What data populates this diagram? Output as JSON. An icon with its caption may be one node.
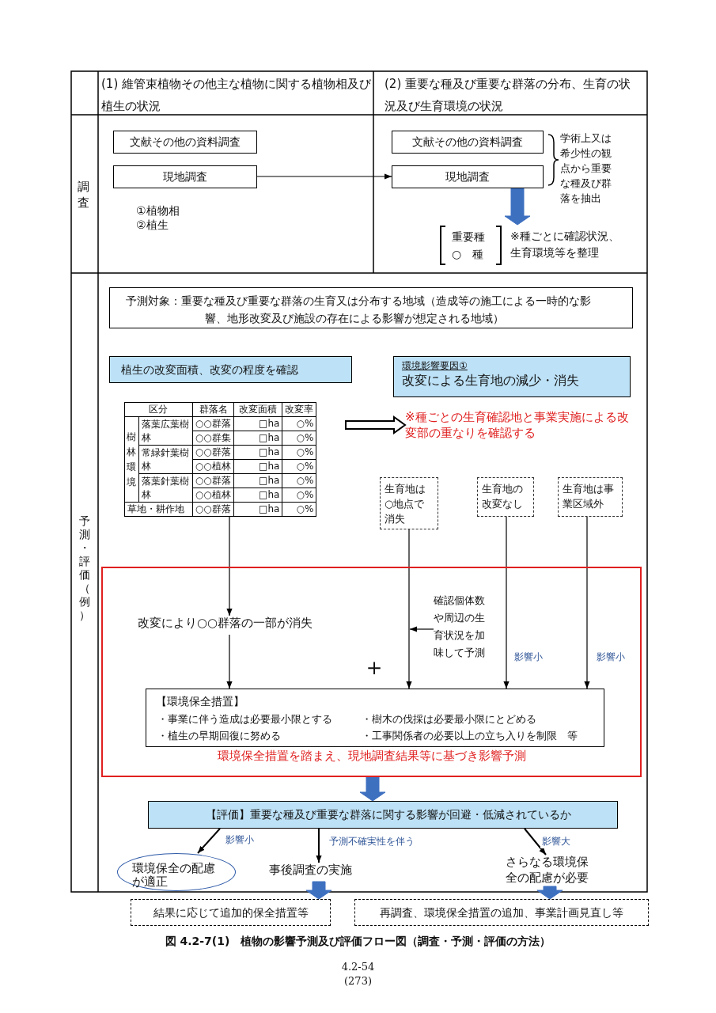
{
  "diagram": {
    "caption": "図 4.2-7(1)　植物の影響予測及び評価フロー図（調査・予測・評価の方法）",
    "nodes": [
      {
        "text": [
          "文献その他の資料調査"
        ]
      },
      {
        "text": [
          "現地調査"
        ]
      },
      {
        "text": [
          "文献その他の資料調査"
        ]
      },
      {
        "text": [
          "現地調査"
        ]
      },
      {
        "text": [
          "重要種 ○　種"
        ],
        "beside": [
          "※種ごとに確認状況、生育環境等を整理"
        ]
      },
      {
        "text": [
          "予測対象：重要な種及び重要な群落の生育又は分布する地域（造成等の施工による一時的な影響、地形改変及び施設の存在による影響が想定される地域）"
        ]
      },
      {
        "text": [
          "植生の改変面積、改変の程度を確認"
        ]
      },
      {
        "text": [
          "環境影響要因①",
          "改変による生育地の減少・消失"
        ]
      },
      {
        "text": [
          "区分",
          "群落名",
          "改変面積",
          "改変率",
          "樹林環境",
          "落葉広葉樹林",
          "○○群落",
          "□ha",
          "○%",
          "○○群集",
          "□ha",
          "○%",
          "常緑針葉樹林",
          "○○群落",
          "□ha",
          "○%",
          "○○植林",
          "□ha",
          "○%",
          "落葉針葉樹林",
          "○○群落",
          "□ha",
          "○%",
          "○○植林",
          "□ha",
          "○%",
          "草地・耕作地",
          "○○群落",
          "□ha",
          "○%"
        ]
      },
      {
        "text": [
          "※種ごとの生育確認地と事業実施による改変部の重なりを確認する"
        ]
      },
      {
        "text": [
          "生育地は○地点で消失"
        ]
      },
      {
        "text": [
          "生育地の改変なし"
        ]
      },
      {
        "text": [
          "生育地は事業区域外"
        ]
      },
      {
        "text": [
          "環境保全措置を踏まえ、現地調査結果等に基づき影響予測"
        ]
      },
      {
        "text": [
          "改変により○○群落の一部が消失"
        ],
        "in": 13
      },
      {
        "text": [
          "確認個体数や周辺の生育状況を加味して予測"
        ],
        "in": 13
      },
      {
        "text": [
          "【環境保全措置】",
          "・事業に伴う造成は必要最小限とする",
          "・樹木の伐採は必要最小限にとどめる",
          "・植生の早期回復に努める",
          "・工事関係者の必要以上の立ち入りを制限　等"
        ],
        "in": 13
      },
      {
        "text": [
          "【評価】重要な種及び重要な群落に関する影響が回避・低減されているか"
        ]
      },
      {
        "text": [
          "環境保全の配慮が適正"
        ]
      },
      {
        "text": [
          "事後調査の実施"
        ]
      },
      {
        "text": [
          "さらなる環境保全の配慮が必要"
        ]
      },
      {
        "text": [
          "結果に応じて追加的保全措置等"
        ]
      },
      {
        "text": [
          "再調査、環境保全措置の追加、事業計画見直し等"
        ]
      }
    ],
    "edges": [
      {
        "from": 1,
        "to": 3,
        "arrow": "to"
      },
      {
        "from": 3,
        "to": 4,
        "arrow": "to",
        "style": "thick",
        "color": "#3e70c0"
      },
      {
        "from": 8,
        "to": 9,
        "arrow": "to",
        "style": "thick"
      },
      {
        "from": 8,
        "to": 14,
        "arrow": "to"
      },
      {
        "from": 14,
        "to": 16,
        "arrow": "to"
      },
      {
        "from": 10,
        "to": 16,
        "arrow": "to"
      },
      {
        "from": 11,
        "to": 16,
        "arrow": "to",
        "label": "影響小"
      },
      {
        "from": 12,
        "to": 16,
        "arrow": "to",
        "label": "影響小"
      },
      {
        "from": 15,
        "to": null,
        "arrow": "to"
      },
      {
        "from": 13,
        "to": 17,
        "arrow": "to",
        "style": "thick",
        "color": "#3e70c0"
      },
      {
        "from": 17,
        "to": 18,
        "arrow": "to",
        "label": "影響小"
      },
      {
        "from": 17,
        "to": 19,
        "arrow": "to",
        "label": "予測不確実性を伴う"
      },
      {
        "from": 17,
        "to": 20,
        "arrow": "to",
        "label": "影響大"
      },
      {
        "from": 19,
        "to": 21,
        "arrow": "to",
        "style": "thick",
        "color": "#3e70c0"
      },
      {
        "from": 20,
        "to": 22,
        "arrow": "to",
        "style": "thick",
        "color": "#3e70c0"
      }
    ],
    "labels": [
      "(1) 維管束植物その他主な植物に関する植物相及び植生の状況",
      "(2) 重要な種及び重要な群落の分布、生育の状況及び生育環境の状況",
      "調査",
      "学術上又は希少性の観点から重要な種及び群落を抽出",
      "①植物相",
      "②植生",
      "予測・評価（例）",
      "＋",
      "4.2-54",
      "(273)"
    ]
  }
}
